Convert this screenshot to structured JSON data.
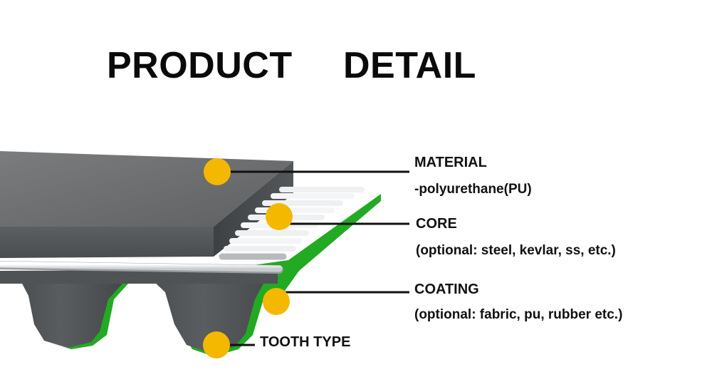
{
  "title": {
    "word1": "PRODUCT",
    "word2": "DETAIL"
  },
  "labels": {
    "material": "MATERIAL",
    "material_detail": "-polyurethane(PU)",
    "core": "CORE",
    "core_detail": "(optional: steel, kevlar, ss, etc.)",
    "coating": "COATING",
    "coating_detail": "(optional: fabric, pu, rubber etc.)",
    "tooth": "TOOTH TYPE"
  },
  "colors": {
    "marker": "#f5b800",
    "belt_top": "#6a6c6e",
    "belt_front": "#55585a",
    "coating": "#22aa22",
    "tooth": "#4d5052"
  }
}
